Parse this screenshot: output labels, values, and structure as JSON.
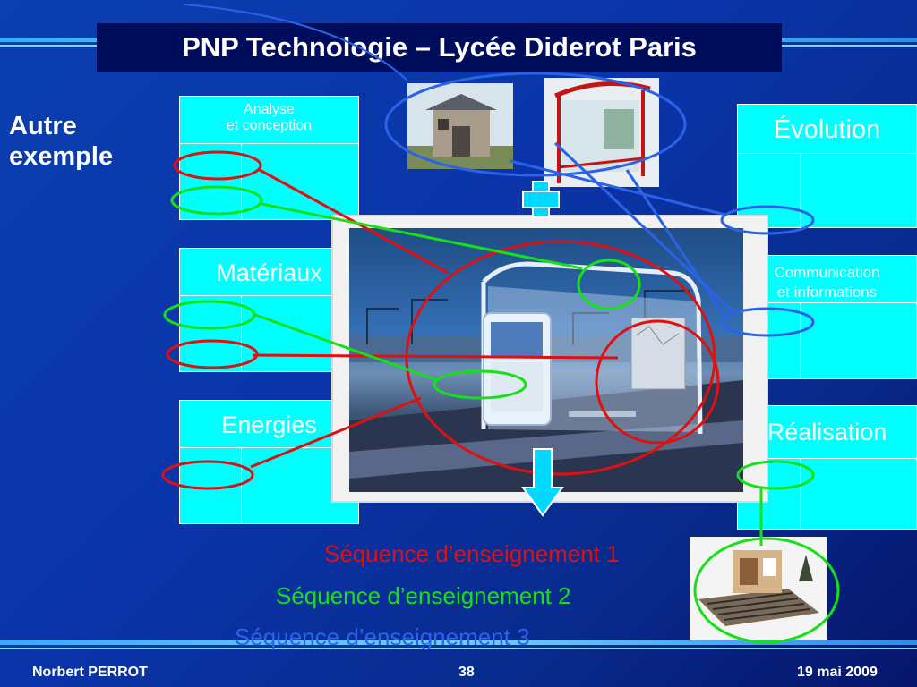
{
  "title": "PNP Technologie – Lycée Diderot Paris",
  "side_label": {
    "line1": "Autre",
    "line2": "exemple"
  },
  "boxes": {
    "analyse": {
      "line1": "Analyse",
      "line2": "et conception"
    },
    "materiaux": "Matériaux",
    "energies": "Energies",
    "evolution": "Évolution",
    "communication": {
      "line1": "Communication",
      "line2": "et informations"
    },
    "realisation": "Réalisation"
  },
  "sequences": {
    "s1": "Séquence d’enseignement 1",
    "s2": "Séquence d’enseignement 2",
    "s3": "Séquence d’enseignement 3"
  },
  "footer": {
    "author": "Norbert PERROT",
    "page": "38",
    "date": "19 mai 2009"
  },
  "colors": {
    "cyan": "#00ffff",
    "red": "#e01010",
    "green": "#18e018",
    "blue": "#2a63e8"
  }
}
